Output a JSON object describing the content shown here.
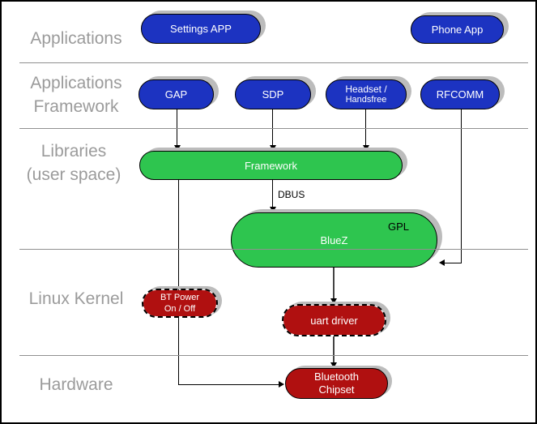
{
  "colors": {
    "blue": "#1C33C1",
    "green": "#2EC54F",
    "red": "#B01010",
    "gray": "#9B9B9B",
    "shadow": "#BCBCBC",
    "divider": "#909090"
  },
  "layers": {
    "applications": {
      "line1": "Applications"
    },
    "applications_framework": {
      "line1": "Applications",
      "line2": "Framework"
    },
    "libraries": {
      "line1": "Libraries",
      "line2": "(user space)"
    },
    "linux_kernel": {
      "line1": "Linux Kernel"
    },
    "hardware": {
      "line1": "Hardware"
    }
  },
  "nodes": {
    "settings_app": {
      "label": "Settings APP"
    },
    "phone_app": {
      "label": "Phone App"
    },
    "gap": {
      "label": "GAP"
    },
    "sdp": {
      "label": "SDP"
    },
    "headset": {
      "line1": "Headset /",
      "line2": "Handsfree"
    },
    "rfcomm": {
      "label": "RFCOMM"
    },
    "framework": {
      "label": "Framework"
    },
    "bluez": {
      "label": "BlueZ",
      "badge": "GPL"
    },
    "bt_power": {
      "line1": "BT Power",
      "line2": "On / Off"
    },
    "uart_driver": {
      "label": "uart driver"
    },
    "bluetooth_chipset": {
      "line1": "Bluetooth",
      "line2": "Chipset"
    }
  },
  "edges": {
    "dbus_label": "DBUS"
  }
}
